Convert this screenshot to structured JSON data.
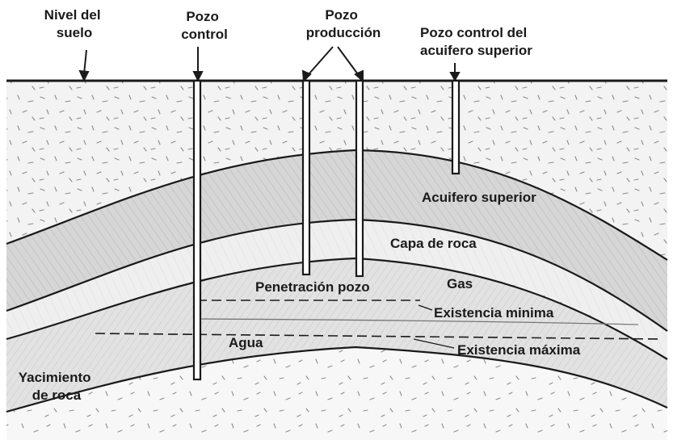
{
  "labels": {
    "nivel_suelo": [
      "Nivel del",
      "suelo"
    ],
    "pozo_control": [
      "Pozo",
      "control"
    ],
    "pozo_produccion": [
      "Pozo",
      "producción"
    ],
    "pozo_control_acuifero": [
      "Pozo control del",
      "acuifero superior"
    ],
    "acuifero_superior": "Acuifero superior",
    "capa_de_roca": "Capa de roca",
    "penetracion_pozo": "Penetración pozo",
    "gas": "Gas",
    "existencia_minima": "Existencia minima",
    "agua": "Agua",
    "existencia_maxima": "Existencia máxima",
    "yacimiento_de_roca": [
      "Yacimiento",
      "de roca"
    ]
  },
  "colors": {
    "ink": "#1a1a1a",
    "soil": "#f3f3f3",
    "aquifer": "#d9d9d9",
    "caprock": "#efefef",
    "reservoir": "#e4e4e4",
    "bedrock": "#f6f6f6"
  }
}
